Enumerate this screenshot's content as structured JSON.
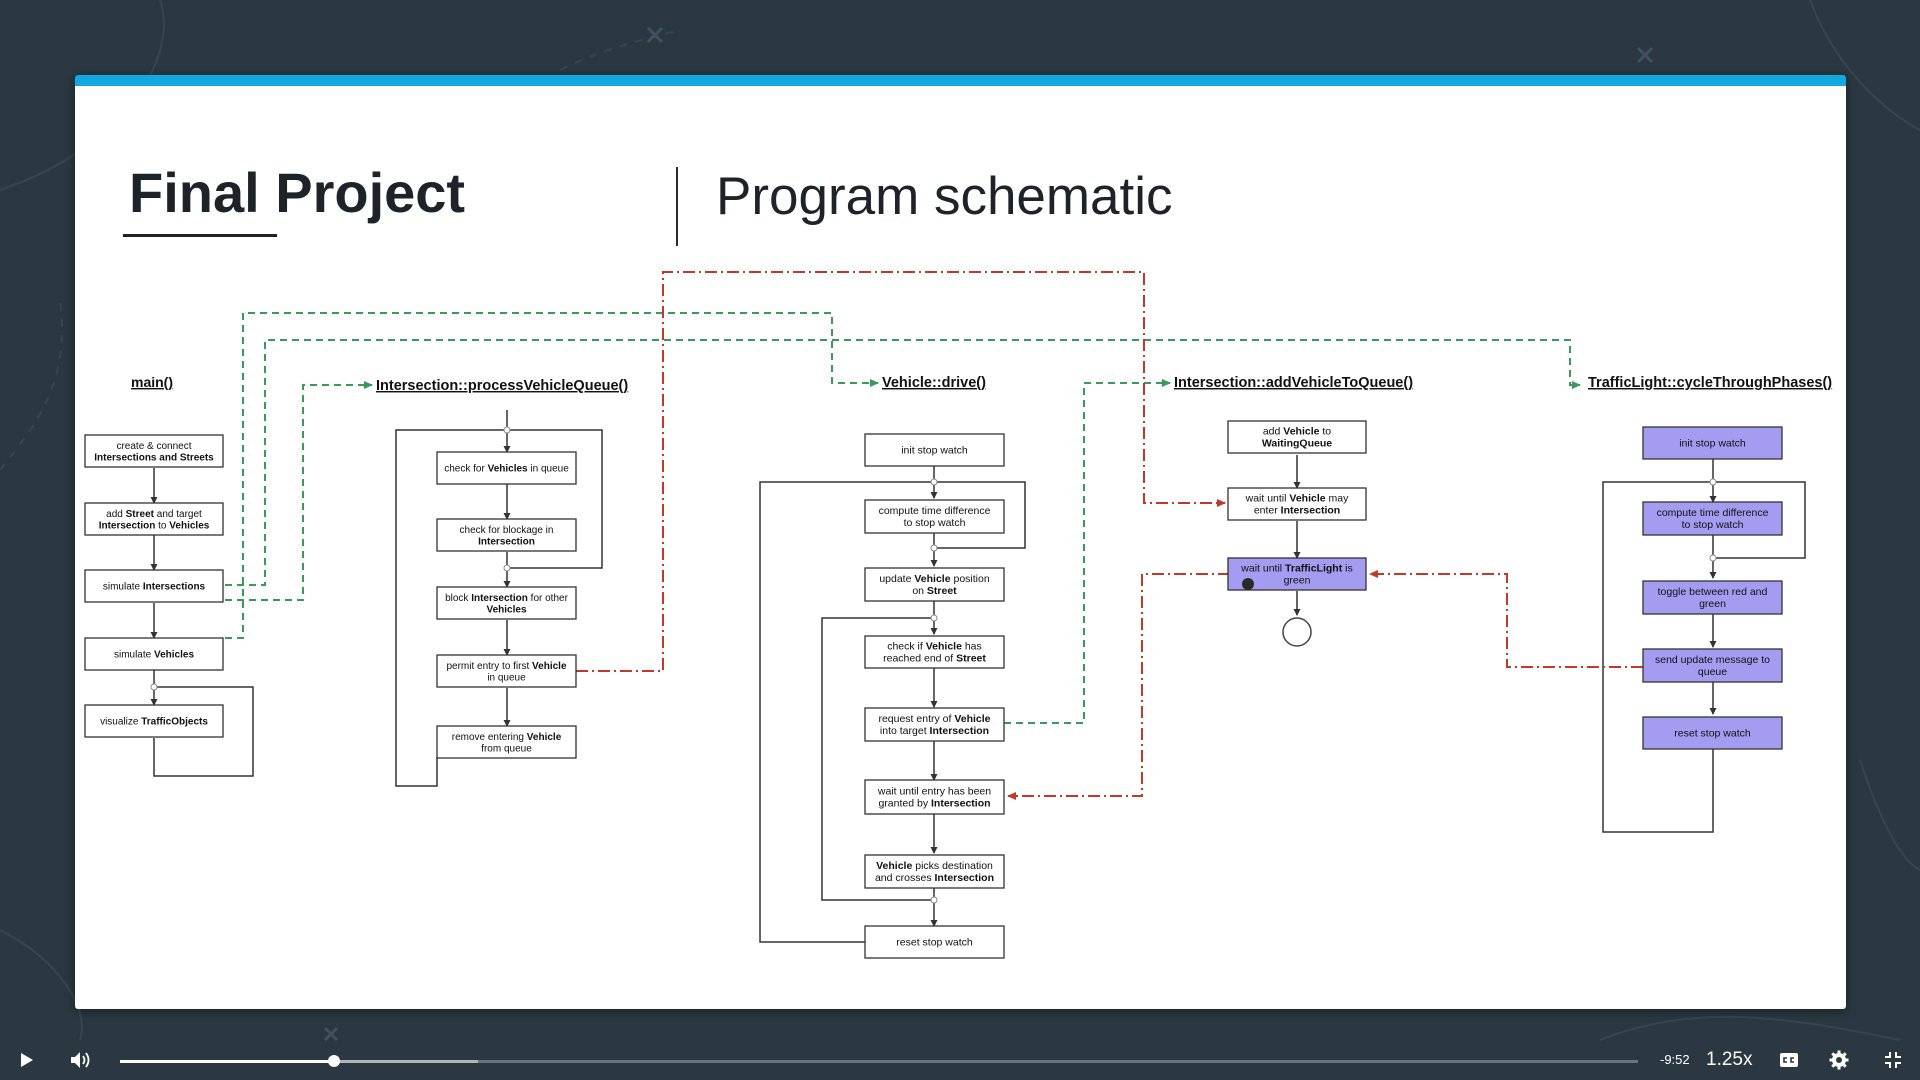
{
  "slide": {
    "title": "Final Project",
    "subtitle": "Program schematic",
    "accent_color": "#12a8e0"
  },
  "schematic": {
    "colors": {
      "green_link": "#3a9a5c",
      "red_link": "#c0392b",
      "highlight_box": "#a49cf0"
    },
    "functions": {
      "main": "main()",
      "process": "Intersection::processVehicleQueue()",
      "drive": "Vehicle::drive()",
      "add": "Intersection::addVehicleToQueue()",
      "cycle": "TrafficLight::cycleThroughPhases()"
    },
    "boxes": {
      "m1": [
        "create & connect",
        "**Intersections and Streets**"
      ],
      "m2": [
        "add **Street** and target",
        "**Intersection** to **Vehicles**"
      ],
      "m3": [
        "simulate **Intersections**"
      ],
      "m4": [
        "simulate **Vehicles**"
      ],
      "m5": [
        "visualize **TrafficObjects**"
      ],
      "p1": [
        "check for **Vehicles** in queue"
      ],
      "p2": [
        "check for blockage in",
        "**Intersection**"
      ],
      "p3": [
        "block **Intersection** for other",
        "**Vehicles**"
      ],
      "p4": [
        "permit entry to first **Vehicle**",
        "in queue"
      ],
      "p5": [
        "remove entering **Vehicle**",
        "from queue"
      ],
      "d1": [
        "init stop watch"
      ],
      "d2": [
        "compute time difference",
        "to stop watch"
      ],
      "d3": [
        "update **Vehicle** position",
        "on **Street**"
      ],
      "d4": [
        "check if **Vehicle** has",
        "reached end of **Street**"
      ],
      "d5": [
        "request entry of **Vehicle**",
        "into target **Intersection**"
      ],
      "d6": [
        "wait until entry has been",
        "granted by **Intersection**"
      ],
      "d7": [
        "**Vehicle** picks destination",
        "and crosses **Intersection**"
      ],
      "d8": [
        "reset stop watch"
      ],
      "a1": [
        "add **Vehicle** to",
        "**WaitingQueue**"
      ],
      "a2": [
        "wait until **Vehicle** may",
        "enter **Intersection**"
      ],
      "a3": [
        "wait until **TrafficLight** is",
        "green"
      ],
      "t1": [
        "init stop watch"
      ],
      "t2": [
        "compute time difference",
        "to stop watch"
      ],
      "t3": [
        "toggle between red and",
        "green"
      ],
      "t4": [
        "send update message to",
        "queue"
      ],
      "t5": [
        "reset stop watch"
      ]
    }
  },
  "player": {
    "time_remaining": "-9:52",
    "speed": "1.25x",
    "progress": 0.141,
    "buffered": 0.236,
    "icons": {
      "play": "play-icon",
      "volume": "volume-icon",
      "captions": "captions-icon",
      "settings": "gear-icon",
      "fullscreen": "exit-fullscreen-icon"
    }
  }
}
